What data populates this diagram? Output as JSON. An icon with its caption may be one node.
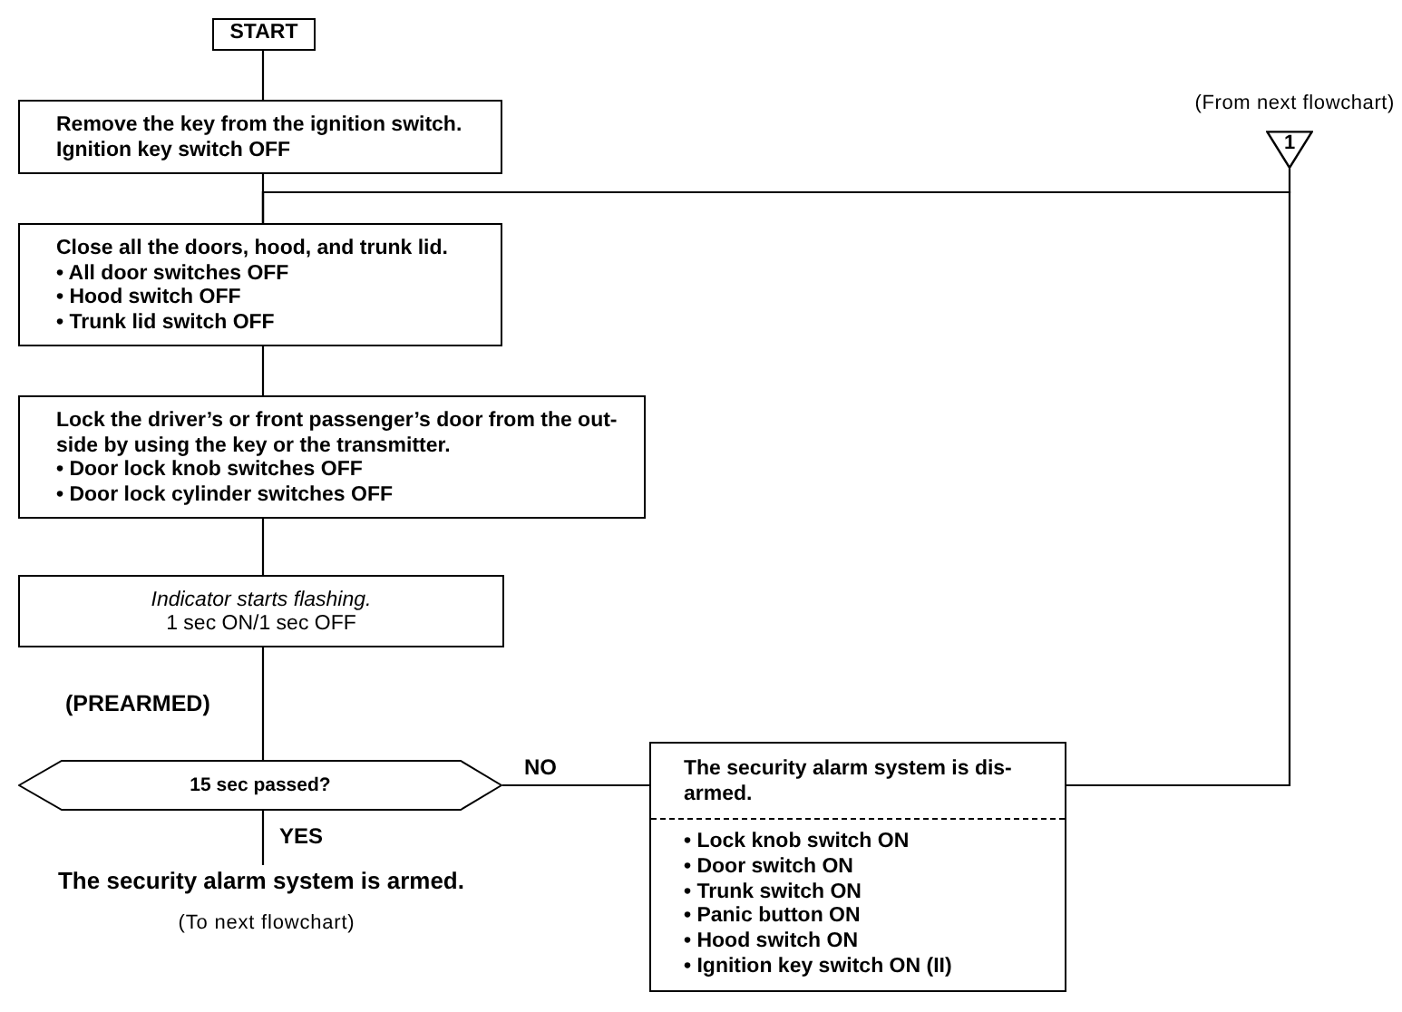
{
  "diagram": {
    "nodes": [
      {
        "text": [
          "START"
        ]
      },
      {
        "text": [
          "Remove the key from the ignition switch.",
          "Ignition key switch OFF"
        ]
      },
      {
        "text": [
          "Close all the doors, hood, and trunk lid.",
          "• All door switches OFF",
          "• Hood switch OFF",
          "• Trunk lid switch OFF"
        ]
      },
      {
        "text": [
          "Lock the driver’s or front passenger’s door from the out-side by using the key or the transmitter.",
          "• Door lock knob switches OFF",
          "• Door lock cylinder switches OFF"
        ]
      },
      {
        "text": [
          "Indicator starts flashing.",
          "1 sec ON/1 sec OFF"
        ]
      },
      {
        "text": [
          "15 sec passed?"
        ]
      },
      {
        "text": [
          "The security alarm system is armed."
        ],
        "beside": [
          "(To next flowchart)"
        ]
      },
      {
        "text": [
          "The security alarm system is dis-armed.",
          "• Lock knob switch ON",
          "• Door switch ON",
          "• Trunk switch ON",
          "• Panic button ON",
          "• Hood switch ON",
          "• Ignition key switch ON (II)"
        ]
      },
      {
        "text": [
          "1"
        ],
        "beside": [
          "(From next flowchart)"
        ]
      }
    ],
    "edges": [
      {
        "from": 0,
        "to": 1,
        "arrow": "none"
      },
      {
        "from": 1,
        "to": 2,
        "arrow": "none"
      },
      {
        "from": 2,
        "to": 3,
        "arrow": "none"
      },
      {
        "from": 3,
        "to": 4,
        "arrow": "none"
      },
      {
        "from": 4,
        "to": 5,
        "arrow": "none"
      },
      {
        "from": 5,
        "to": 6,
        "arrow": "none",
        "label": "YES"
      },
      {
        "from": 5,
        "to": 7,
        "arrow": "none",
        "label": "NO"
      },
      {
        "from": 7,
        "to": 2,
        "arrow": "none"
      },
      {
        "from": 8,
        "to": 2,
        "arrow": "none"
      }
    ],
    "labels": [
      "(PREARMED)"
    ]
  }
}
